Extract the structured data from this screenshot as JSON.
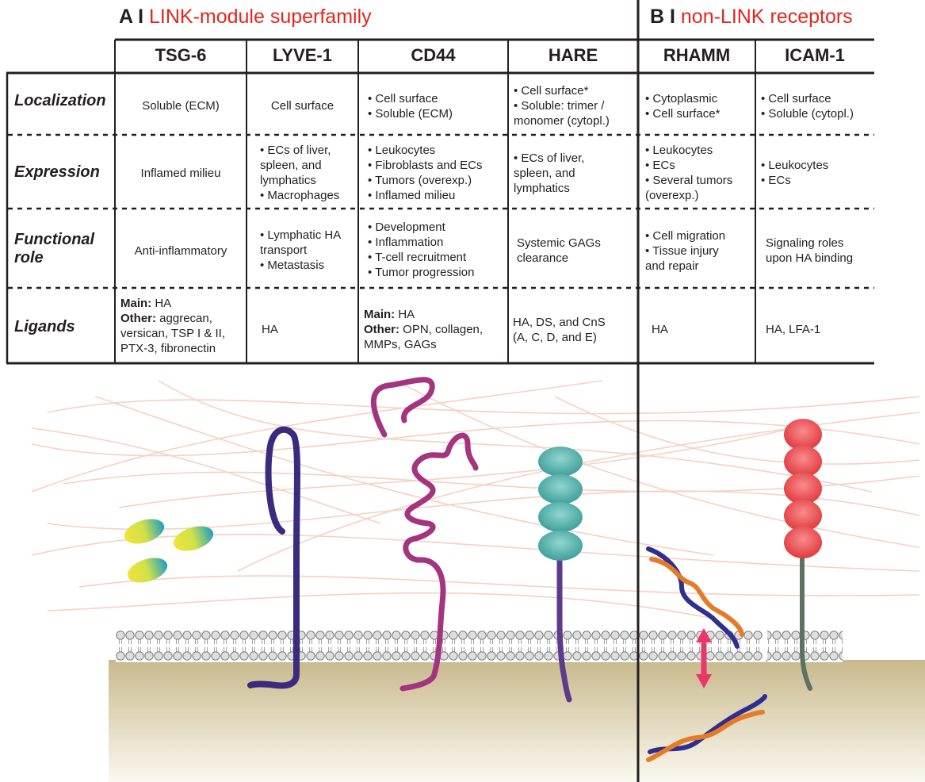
{
  "panel_a": {
    "letter": "A I",
    "title": "LINK-module superfamily"
  },
  "panel_b": {
    "letter": "B I",
    "title": "non-LINK receptors"
  },
  "columns": [
    "TSG-6",
    "LYVE-1",
    "CD44",
    "HARE",
    "RHAMM",
    "ICAM-1"
  ],
  "rows": [
    "Localization",
    "Expression",
    "Functional role",
    "Ligands"
  ],
  "localization": {
    "tsg6": "Soluble (ECM)",
    "lyve1": "Cell surface",
    "cd44": "• Cell surface\n• Soluble (ECM)",
    "hare": "• Cell surface*\n• Soluble: trimer /\n  monomer (cytopl.)",
    "rhamm": "• Cytoplasmic\n• Cell surface*",
    "icam1": "• Cell surface\n• Soluble (cytopl.)"
  },
  "expression": {
    "tsg6": "Inflamed milieu",
    "lyve1": "• ECs of liver,\n  spleen, and\n  lymphatics\n• Macrophages",
    "cd44": "• Leukocytes\n• Fibroblasts and ECs\n• Tumors (overexp.)\n• Inflamed milieu",
    "hare": "• ECs of liver,\n  spleen, and\n  lymphatics",
    "rhamm": "• Leukocytes\n• ECs\n• Several tumors\n  (overexp.)",
    "icam1": "• Leukocytes\n• ECs"
  },
  "functional_role": {
    "tsg6": "Anti-inflammatory",
    "lyve1": "• Lymphatic HA\n  transport\n• Metastasis",
    "cd44": "• Development\n• Inflammation\n• T-cell recruitment\n• Tumor progression",
    "hare": "Systemic GAGs\nclearance",
    "rhamm": "• Cell migration\n• Tissue injury\n  and repair",
    "icam1": "Signaling roles\nupon HA binding"
  },
  "ligands": {
    "main_label": "Main:",
    "other_label": "Other:",
    "tsg6_main": " HA",
    "tsg6_other": " aggrecan,\nversican, TSP I & II,\nPTX-3, fibronectin",
    "lyve1": "HA",
    "cd44_main": " HA",
    "cd44_other": " OPN, collagen,\nMMPs, GAGs",
    "hare": "HA, DS, and CnS\n(A, C, D, and E)",
    "rhamm": "HA",
    "icam1": "HA, LFA-1"
  },
  "colors": {
    "title_red": "#e2261d",
    "lyve1": "#3b2a7e",
    "cd44": "#a43480",
    "hare": "#5fb7b0",
    "icam1": "#ef5a5c",
    "rhamm_blue": "#2e2f8f",
    "rhamm_orange": "#e57b27",
    "arrow": "#e8386b",
    "fibers": "#f4c9b8",
    "cytoplasm": "#cdbf96",
    "tsg6_yellow": "#f2e43a",
    "tsg6_blue": "#1c9fc4"
  }
}
